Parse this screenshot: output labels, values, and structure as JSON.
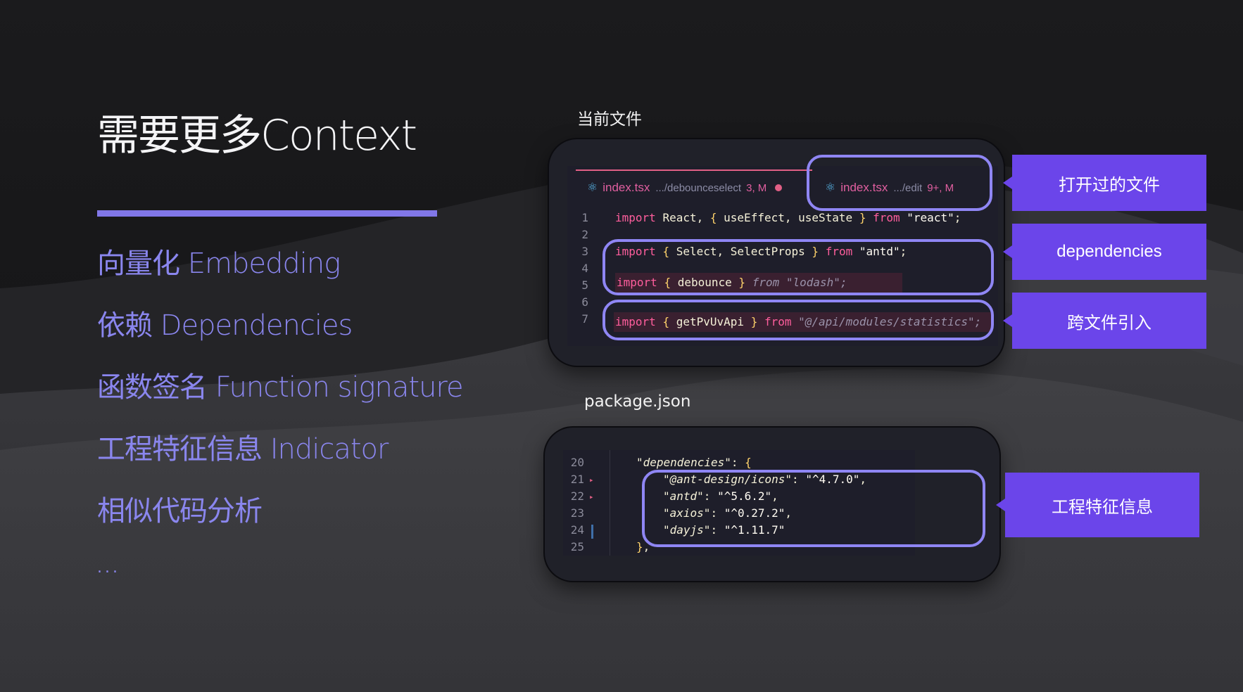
{
  "slide": {
    "title": "需要更多Context",
    "bullets": [
      "向量化  Embedding",
      "依赖  Dependencies",
      "函数签名 Function signature",
      "工程特征信息 Indicator",
      "相似代码分析"
    ],
    "ellipsis": "..."
  },
  "current_file": {
    "label": "当前文件",
    "tabs": [
      {
        "name": "index.tsx",
        "path": ".../debounceselect",
        "status": "3, M"
      },
      {
        "name": "index.tsx",
        "path": ".../edit",
        "status": "9+, M"
      }
    ],
    "line_numbers": [
      "1",
      "2",
      "3",
      "4",
      "5",
      "6",
      "7"
    ]
  },
  "package_json": {
    "label": "package.json",
    "line_numbers": [
      "20",
      "21",
      "22",
      "23",
      "24",
      "25"
    ]
  },
  "callouts": {
    "open_files": "打开过的文件",
    "dependencies": "dependencies",
    "cross_file": "跨文件引入",
    "project_info": "工程特征信息"
  },
  "colors": {
    "accent": "#8177e8",
    "callout": "#6b45ea",
    "highlight_border": "#8f86f4",
    "keyword": "#ff5e9d"
  },
  "icons": {
    "react": "react-atom-icon",
    "modified_dot": "dot-icon"
  }
}
